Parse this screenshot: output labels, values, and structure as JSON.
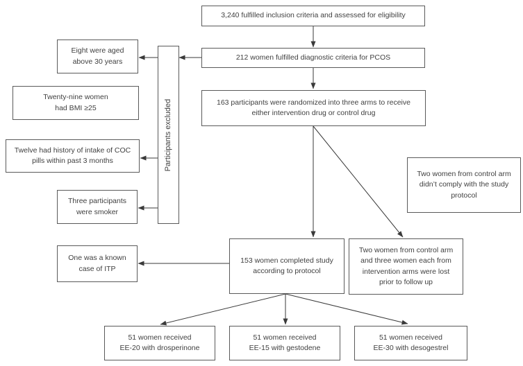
{
  "diagram": {
    "type": "flowchart",
    "nodes": {
      "eligibility": "3,240 fulfilled inclusion criteria and assessed for eligibility",
      "pcos": "212 women fulfilled diagnostic criteria for PCOS",
      "randomized": "163 participants were randomized into three arms to receive\neither intervention drug or control drug",
      "excluded_label": "Participants excluded",
      "excluded_age": "Eight were aged\nabove 30 years",
      "excluded_bmi": "Twenty-nine women\nhad BMI ≥25",
      "excluded_coc": "Twelve had history of intake of COC\npills within past 3 months",
      "excluded_smoker": "Three participants\nwere smoker",
      "excluded_itp": "One was a known\ncase of ITP",
      "noncompliant": "Two women from control arm\ndidn’t comply with the study\nprotocol",
      "completed": "153 women completed study\naccording to protocol",
      "lost_followup": "Two women from control arm\nand three women each from\nintervention arms were lost\nprior to follow up",
      "arm_ee20": "51 women received\nEE-20 with drosperinone",
      "arm_ee15": "51 women received\nEE-15 with gestodene",
      "arm_ee30": "51 women received\nEE-30 with desogestrel"
    },
    "colors": {
      "box_border": "#595959",
      "text": "#3f3f3f",
      "arrow": "#3a3a3a",
      "background": "#ffffff"
    }
  }
}
